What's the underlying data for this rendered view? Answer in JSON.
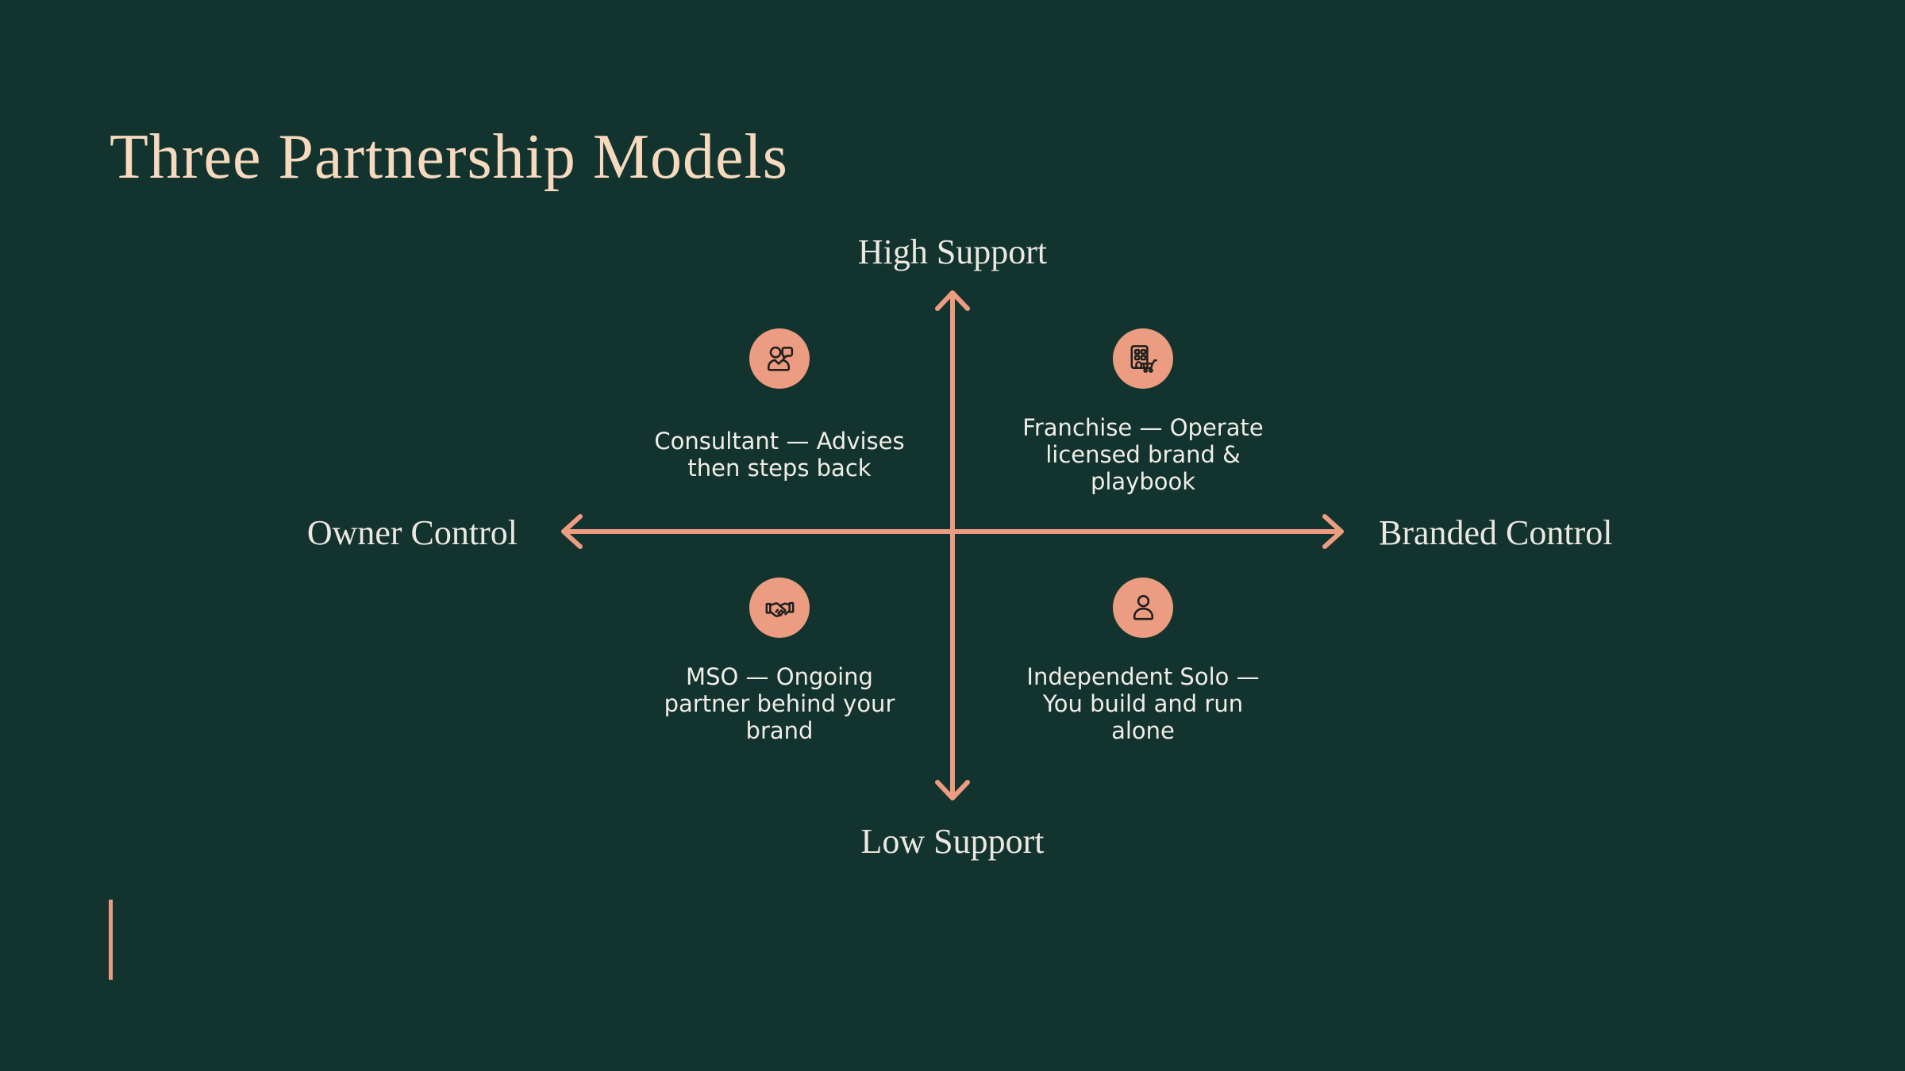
{
  "slide": {
    "title": "Three Partnership Models",
    "colors": {
      "background": "#12332E",
      "accent": "#EC9C80",
      "title_text": "#F7DABE",
      "axis_label_text": "#ECE8E1",
      "body_text": "#F1EDE7",
      "icon_stroke": "#1F1F1D"
    }
  },
  "axes": {
    "top": "High Support",
    "bottom": "Low Support",
    "left": "Owner Control",
    "right": "Branded Control"
  },
  "quadrants": [
    {
      "id": "consultant",
      "icon": "person-speech-bubble-icon",
      "lines": [
        "Consultant — Advises",
        "then steps back"
      ]
    },
    {
      "id": "franchise",
      "icon": "storefront-cart-icon",
      "lines": [
        "Franchise — Operate",
        "licensed brand &",
        "playbook"
      ]
    },
    {
      "id": "mso",
      "icon": "handshake-icon",
      "lines": [
        "MSO — Ongoing",
        "partner behind your",
        "brand"
      ]
    },
    {
      "id": "solo",
      "icon": "person-icon",
      "lines": [
        "Independent Solo —",
        "You build and run",
        "alone"
      ]
    }
  ]
}
